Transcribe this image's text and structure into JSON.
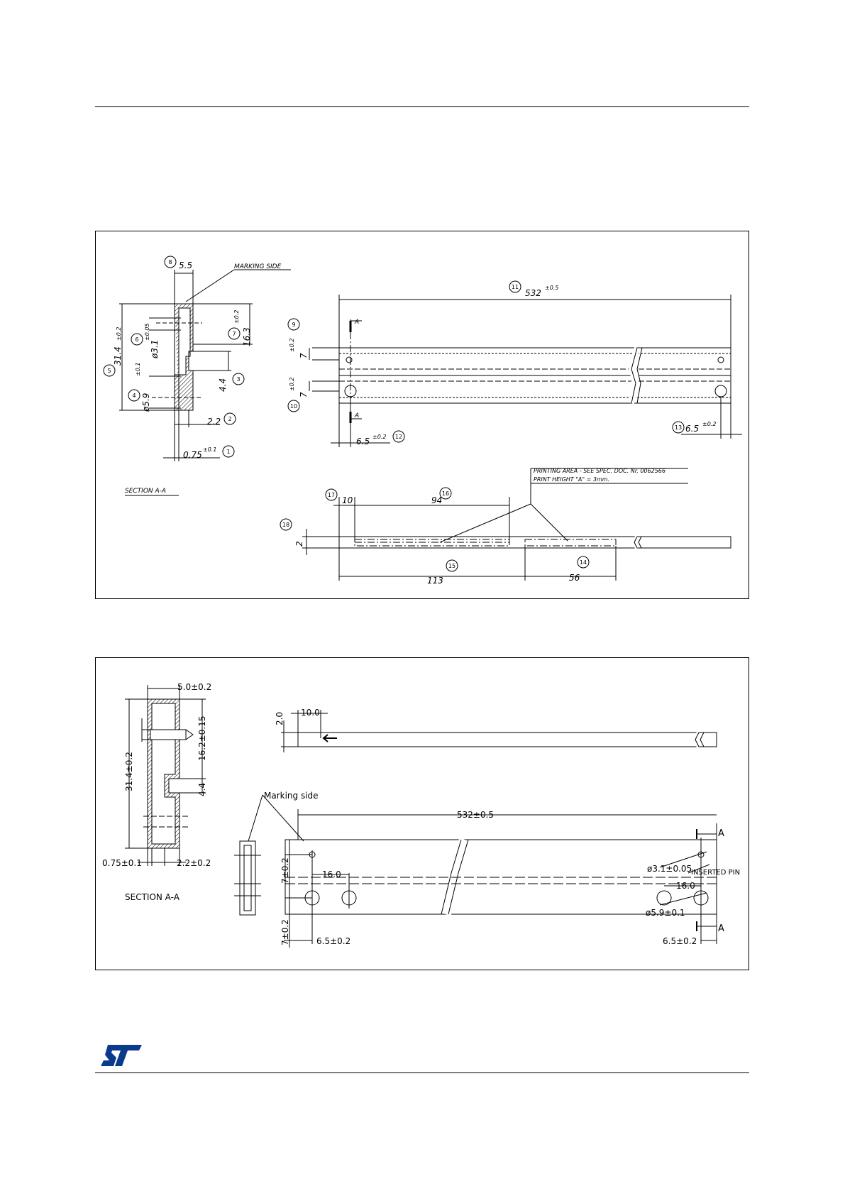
{
  "drawing1": {
    "section": {
      "title": "SECTION A-A",
      "marking_side": "MARKING SIDE",
      "dims": [
        {
          "id": "8",
          "value": "5.5"
        },
        {
          "id": "5",
          "value": "31.4",
          "tol": "±0.2"
        },
        {
          "id": "6",
          "value": "ø3.1",
          "tol": "±0.05"
        },
        {
          "id": "7",
          "value": "16.3",
          "tol": "±0.2"
        },
        {
          "id": "4",
          "value": "ø5.9",
          "tol": "±0.1"
        },
        {
          "id": "3",
          "value": "4.4"
        },
        {
          "id": "2",
          "value": "2.2"
        },
        {
          "id": "1",
          "value": "0.75",
          "tol": "±0.1"
        }
      ]
    },
    "top_view": {
      "length": {
        "id": "11",
        "value": "532",
        "tol": "±0.5"
      },
      "d9": {
        "id": "9",
        "value": "7",
        "tol": "±0.2"
      },
      "d10": {
        "id": "10",
        "value": "7",
        "tol": "±0.2"
      },
      "d12": {
        "id": "12",
        "value": "6.5",
        "tol": "±0.2"
      },
      "d13": {
        "id": "13",
        "value": "6.5",
        "tol": "±0.2"
      },
      "section_marker": "A"
    },
    "side_view": {
      "printing_note_1": "PRINTING AREA - SEE SPEC. DOC. Nr. 0062566",
      "printing_note_2": "PRINT HEIGHT \"A\" = 3mm.",
      "d17": {
        "id": "17",
        "value": "10"
      },
      "d16": {
        "id": "16",
        "value": "94"
      },
      "d18": {
        "id": "18",
        "value": "2"
      },
      "d15": {
        "id": "15",
        "value": "113"
      },
      "d14": {
        "id": "14",
        "value": "56"
      }
    }
  },
  "drawing2": {
    "section_title": "SECTION A-A",
    "width": "5.0±0.2",
    "height": "31.4±0.2",
    "h16": "16.2±0.15",
    "h44": "4.4",
    "thick": "0.75±0.1",
    "lip": "2.2±0.2",
    "side_2": "2.0",
    "side_10": "10.0",
    "marking_side": "Marking side",
    "length": "532±0.5",
    "section_marker": "A",
    "d7a": "7±0.2",
    "d7b": "7±0.2",
    "pitch_left": "16.0",
    "pitch_right": "16.0",
    "hole_small": "ø3.1±0.05",
    "inserted_pin": "INSERTED PIN",
    "hole_large": "ø5.9±0.1",
    "edge_left": "6.5±0.2",
    "edge_right": "6.5±0.2"
  },
  "footer": {
    "logo_text": "ST"
  }
}
